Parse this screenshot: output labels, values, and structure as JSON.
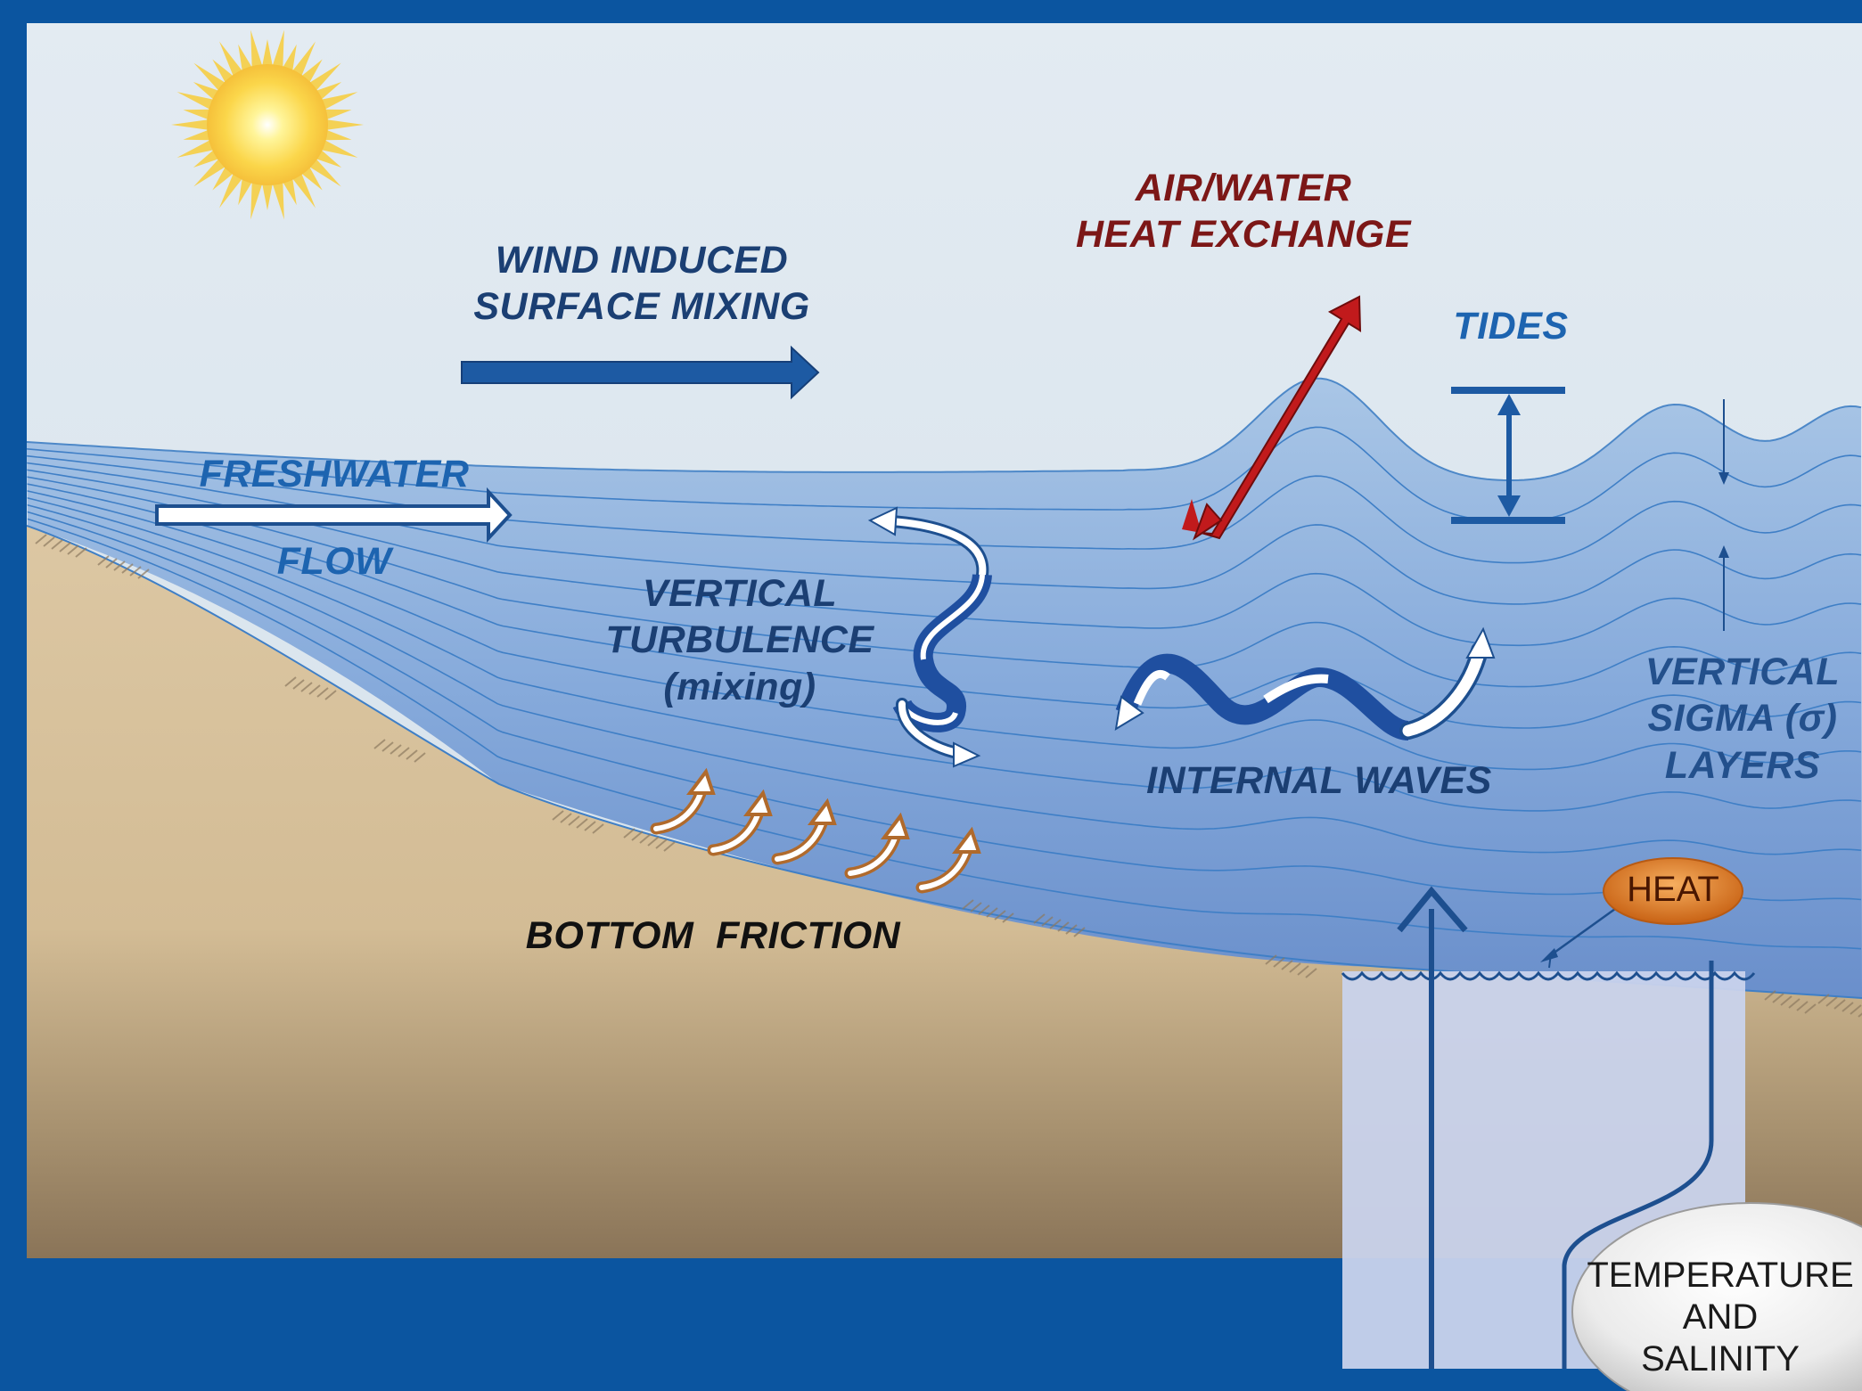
{
  "labels": {
    "wind": {
      "line1": "WIND INDUCED",
      "line2": "SURFACE MIXING"
    },
    "air_water": {
      "line1": "AIR/WATER",
      "line2": "HEAT EXCHANGE"
    },
    "tides": "TIDES",
    "freshwater": "FRESHWATER",
    "flow": "FLOW",
    "vertical_turbulence": {
      "line1": "VERTICAL",
      "line2": "TURBULENCE",
      "line3": "(mixing)"
    },
    "internal_waves": "INTERNAL WAVES",
    "sigma_layers": {
      "line1": "VERTICAL",
      "line2": "SIGMA (σ)",
      "line3": "LAYERS"
    },
    "bottom_friction": "BOTTOM  FRICTION",
    "heat": "HEAT",
    "temperature_salinity": {
      "line1": "TEMPERATURE",
      "line2": "AND",
      "line3": "SALINITY"
    }
  },
  "icons": [
    "sun-icon",
    "wind-arrow-icon",
    "freshwater-arrow-icon",
    "heat-exchange-arrow-icon",
    "tide-range-icon",
    "turbulence-arrow-icon",
    "internal-wave-icon",
    "friction-arrows-icon",
    "profile-arrow-icon",
    "temperature-salinity-profile-icon"
  ],
  "colors": {
    "frame": "#0b55a0",
    "sky": "#dbe5ee",
    "water": "#7ea6d8",
    "water_lines": "#3f7fc6",
    "sand": "#d8c29e",
    "heat_exchange_arrow": "#c0181a",
    "friction_arrows": "#c27a36",
    "heat_badge": "#d9731c"
  }
}
